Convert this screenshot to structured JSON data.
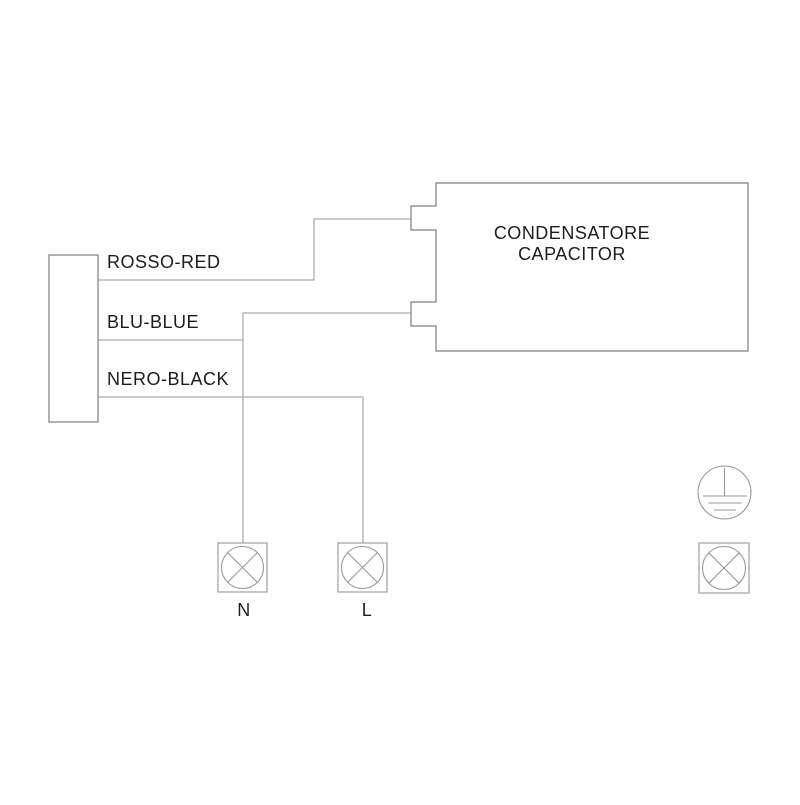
{
  "colors": {
    "line": "#979797",
    "outline": "#7e7e7e",
    "text": "#1d1d1d",
    "background": "#ffffff"
  },
  "wires": [
    {
      "name": "rosso-red",
      "label": "ROSSO-RED"
    },
    {
      "name": "blu-blue",
      "label": "BLU-BLUE"
    },
    {
      "name": "nero-black",
      "label": "NERO-BLACK"
    }
  ],
  "blocks": {
    "capacitor": {
      "line1": "CONDENSATORE",
      "line2": "CAPACITOR"
    }
  },
  "terminals": [
    {
      "name": "neutral",
      "label": "N"
    },
    {
      "name": "line",
      "label": "L"
    }
  ],
  "icons": {
    "earth": "protective-earth-ground-icon",
    "crossed_circle": "crossed-circle-terminal-icon"
  }
}
